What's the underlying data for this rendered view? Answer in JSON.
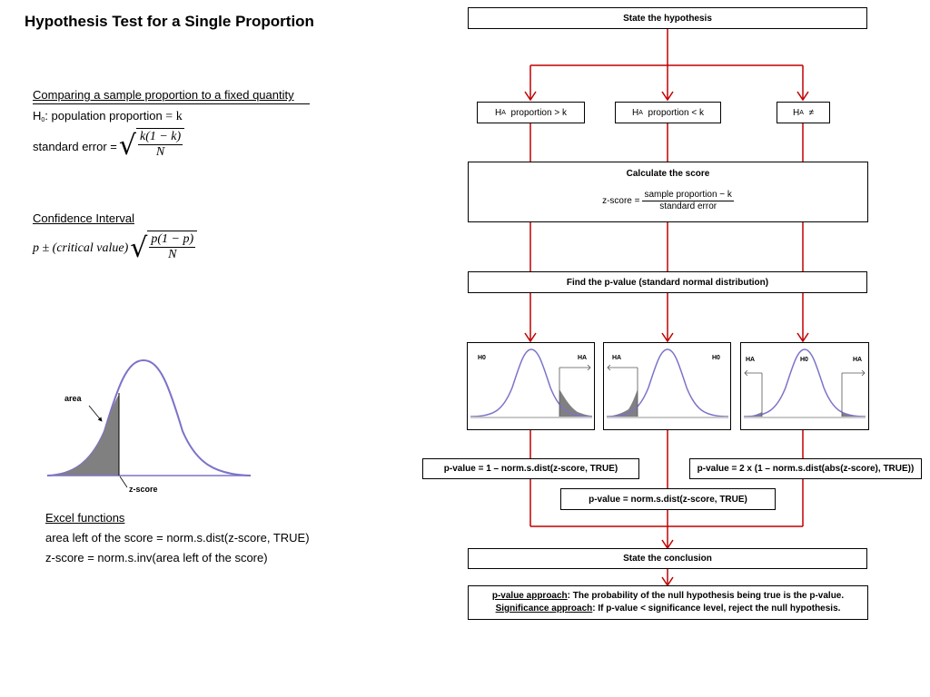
{
  "title": "Hypothesis Test for a Single Proportion",
  "left": {
    "comparing_heading": "Comparing a sample proportion to a fixed quantity",
    "h0_prefix": "H",
    "h0_sub": "0",
    "h0_text": ": population proportion",
    "h0_eq": "= k",
    "se_label": "standard error =",
    "se_num": "k(1 − k)",
    "se_den": "N",
    "ci_heading": "Confidence Interval",
    "ci_prefix": "p ± (critical value)",
    "ci_num": "p(1 − p)",
    "ci_den": "N",
    "curve_area_label": "area",
    "curve_z_label": "z-score",
    "excel_heading": "Excel functions",
    "excel_line1": "area left of the score = norm.s.dist(z-score, TRUE)",
    "excel_line2": "z-score = norm.s.inv(area left of the score)"
  },
  "flow": {
    "state_hypothesis": "State the hypothesis",
    "ha_greater": {
      "h": "H",
      "sub": "A",
      "text": "proportion  >  k"
    },
    "ha_less": {
      "h": "H",
      "sub": "A",
      "text": "proportion  <  k"
    },
    "ha_neq": {
      "h": "H",
      "sub": "A",
      "text": "≠"
    },
    "calc_title": "Calculate the score",
    "z_label": "z-score =",
    "z_num": "sample proportion − k",
    "z_den": "standard error",
    "find_p": "Find the p-value (standard normal distribution)",
    "plot_labels": {
      "right_tail": {
        "left": "H0",
        "right": "HA"
      },
      "left_tail": {
        "left": "HA",
        "right": "H0"
      },
      "two_tail": {
        "left": "HA",
        "center": "H0",
        "right": "HA"
      }
    },
    "pv_right": "p-value = 1 – norm.s.dist(z-score, TRUE)",
    "pv_two": "p-value = 2 x (1 – norm.s.dist(abs(z-score), TRUE))",
    "pv_left": "p-value = norm.s.dist(z-score, TRUE)",
    "state_conclusion": "State the conclusion",
    "pvalue_approach_label": "p-value approach",
    "pvalue_approach_text": ": The probability of the null hypothesis being true is the p-value.",
    "significance_label": "Significance approach",
    "significance_text": ": If p-value < significance level, reject the null hypothesis."
  },
  "colors": {
    "connector": "#c00000",
    "curve": "#7b73c8",
    "shade": "#808080"
  }
}
